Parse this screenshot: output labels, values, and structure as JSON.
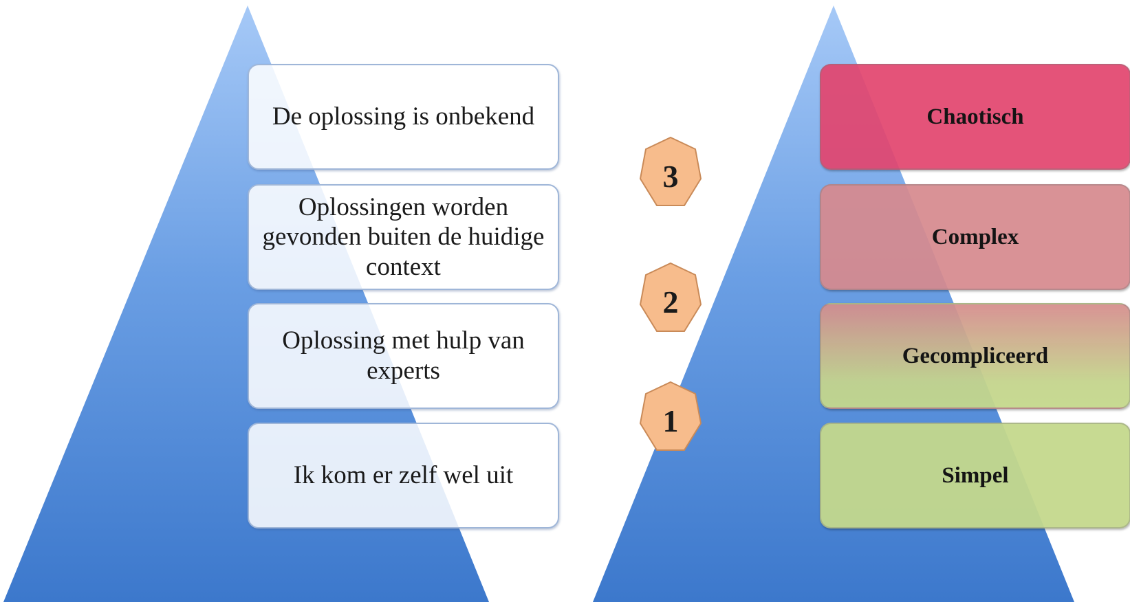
{
  "left_pyramid": {
    "levels": [
      "De oplossing is onbekend",
      "Oplossingen worden gevonden buiten de huidige context",
      "Oplossing met hulp van experts",
      "Ik kom er zelf wel uit"
    ]
  },
  "right_pyramid": {
    "levels": [
      "Chaotisch",
      "Complex",
      "Gecompliceerd",
      "Simpel"
    ]
  },
  "badges": [
    "3",
    "2",
    "1"
  ],
  "colors": {
    "pyramid_top": "#9cc3f5",
    "pyramid_bottom": "#3f7ccf",
    "badge_fill": "#f7bc8c",
    "chaotisch": "#e2446e",
    "complex": "#d68a8e",
    "simpel": "#c4d88c"
  }
}
